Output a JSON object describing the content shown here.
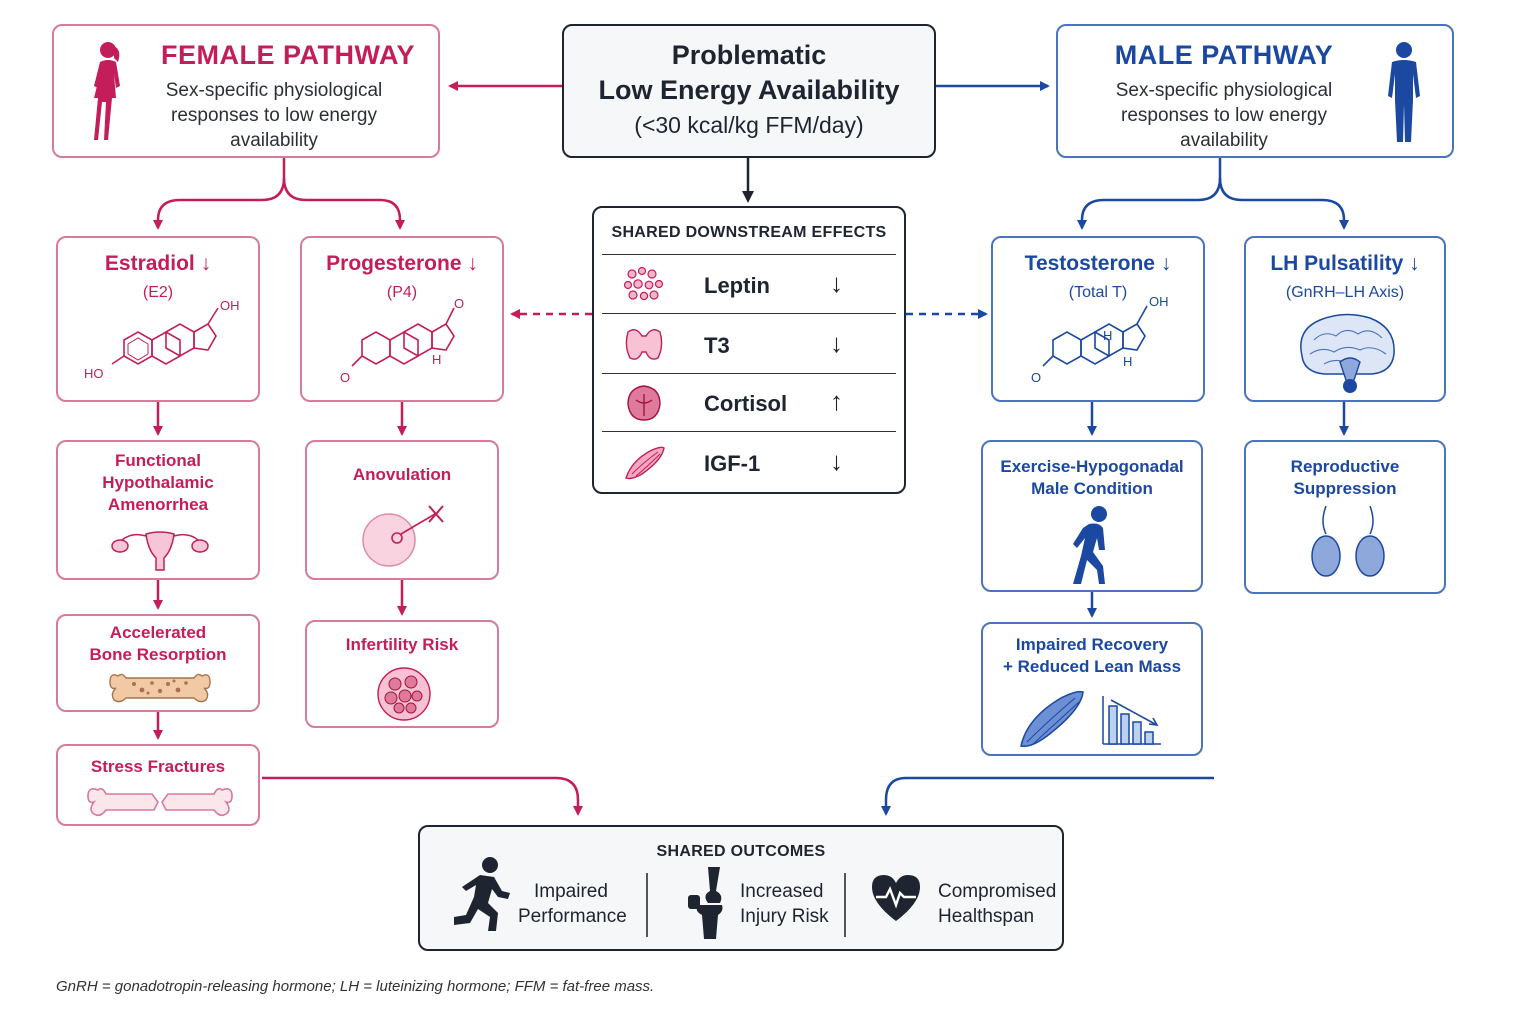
{
  "center": {
    "title_line1": "Problematic",
    "title_line2": "Low Energy Availability",
    "threshold": "(<30 kcal/kg FFM/day)"
  },
  "female": {
    "title": "FEMALE PATHWAY",
    "subtitle": "Sex-specific physiological responses to low energy availability",
    "estradiol": {
      "title": "Estradiol ↓",
      "sub": "(E2)",
      "oh": "OH",
      "ho": "HO"
    },
    "progesterone": {
      "title": "Progesterone ↓",
      "sub": "(P4)",
      "o": "O",
      "h": "H"
    },
    "fha": {
      "line1": "Functional",
      "line2": "Hypothalamic",
      "line3": "Amenorrhea"
    },
    "anovulation": {
      "title": "Anovulation"
    },
    "bone": {
      "line1": "Accelerated",
      "line2": "Bone Resorption"
    },
    "infertility": {
      "title": "Infertility Risk"
    },
    "fractures": {
      "title": "Stress Fractures"
    }
  },
  "male": {
    "title": "MALE PATHWAY",
    "subtitle": "Sex-specific physiological responses to low energy availability",
    "testosterone": {
      "title": "Testosterone ↓",
      "sub": "(Total T)",
      "oh": "OH",
      "h": "H",
      "o": "O"
    },
    "lh": {
      "title": "LH Pulsatility ↓",
      "sub": "(GnRH–LH Axis)"
    },
    "ehmc": {
      "line1": "Exercise-Hypogonadal",
      "line2": "Male Condition"
    },
    "repro": {
      "line1": "Reproductive",
      "line2": "Suppression"
    },
    "recovery": {
      "line1": "Impaired Recovery",
      "line2": "+ Reduced Lean Mass"
    }
  },
  "shared_effects": {
    "title": "SHARED DOWNSTREAM EFFECTS",
    "rows": [
      {
        "label": "Leptin",
        "arrow": "↓",
        "icon": "adipose-cells-icon"
      },
      {
        "label": "T3",
        "arrow": "↓",
        "icon": "thyroid-icon"
      },
      {
        "label": "Cortisol",
        "arrow": "↑",
        "icon": "adrenal-gland-icon"
      },
      {
        "label": "IGF-1",
        "arrow": "↓",
        "icon": "muscle-icon"
      }
    ]
  },
  "shared_outcomes": {
    "title": "SHARED OUTCOMES",
    "items": [
      {
        "line1": "Impaired",
        "line2": "Performance",
        "icon": "runner-icon"
      },
      {
        "line1": "Increased",
        "line2": "Injury Risk",
        "icon": "knee-joint-icon"
      },
      {
        "line1": "Compromised",
        "line2": "Healthspan",
        "icon": "heart-pulse-icon"
      }
    ]
  },
  "footnote": "GnRH = gonadotropin-releasing hormone; LH = luteinizing hormone; FFM = fat-free mass.",
  "colors": {
    "female": "#c41e5a",
    "male": "#1b48a1",
    "female_border": "#d77a9c",
    "male_border": "#4b73bf",
    "neutral": "#1e2430"
  }
}
